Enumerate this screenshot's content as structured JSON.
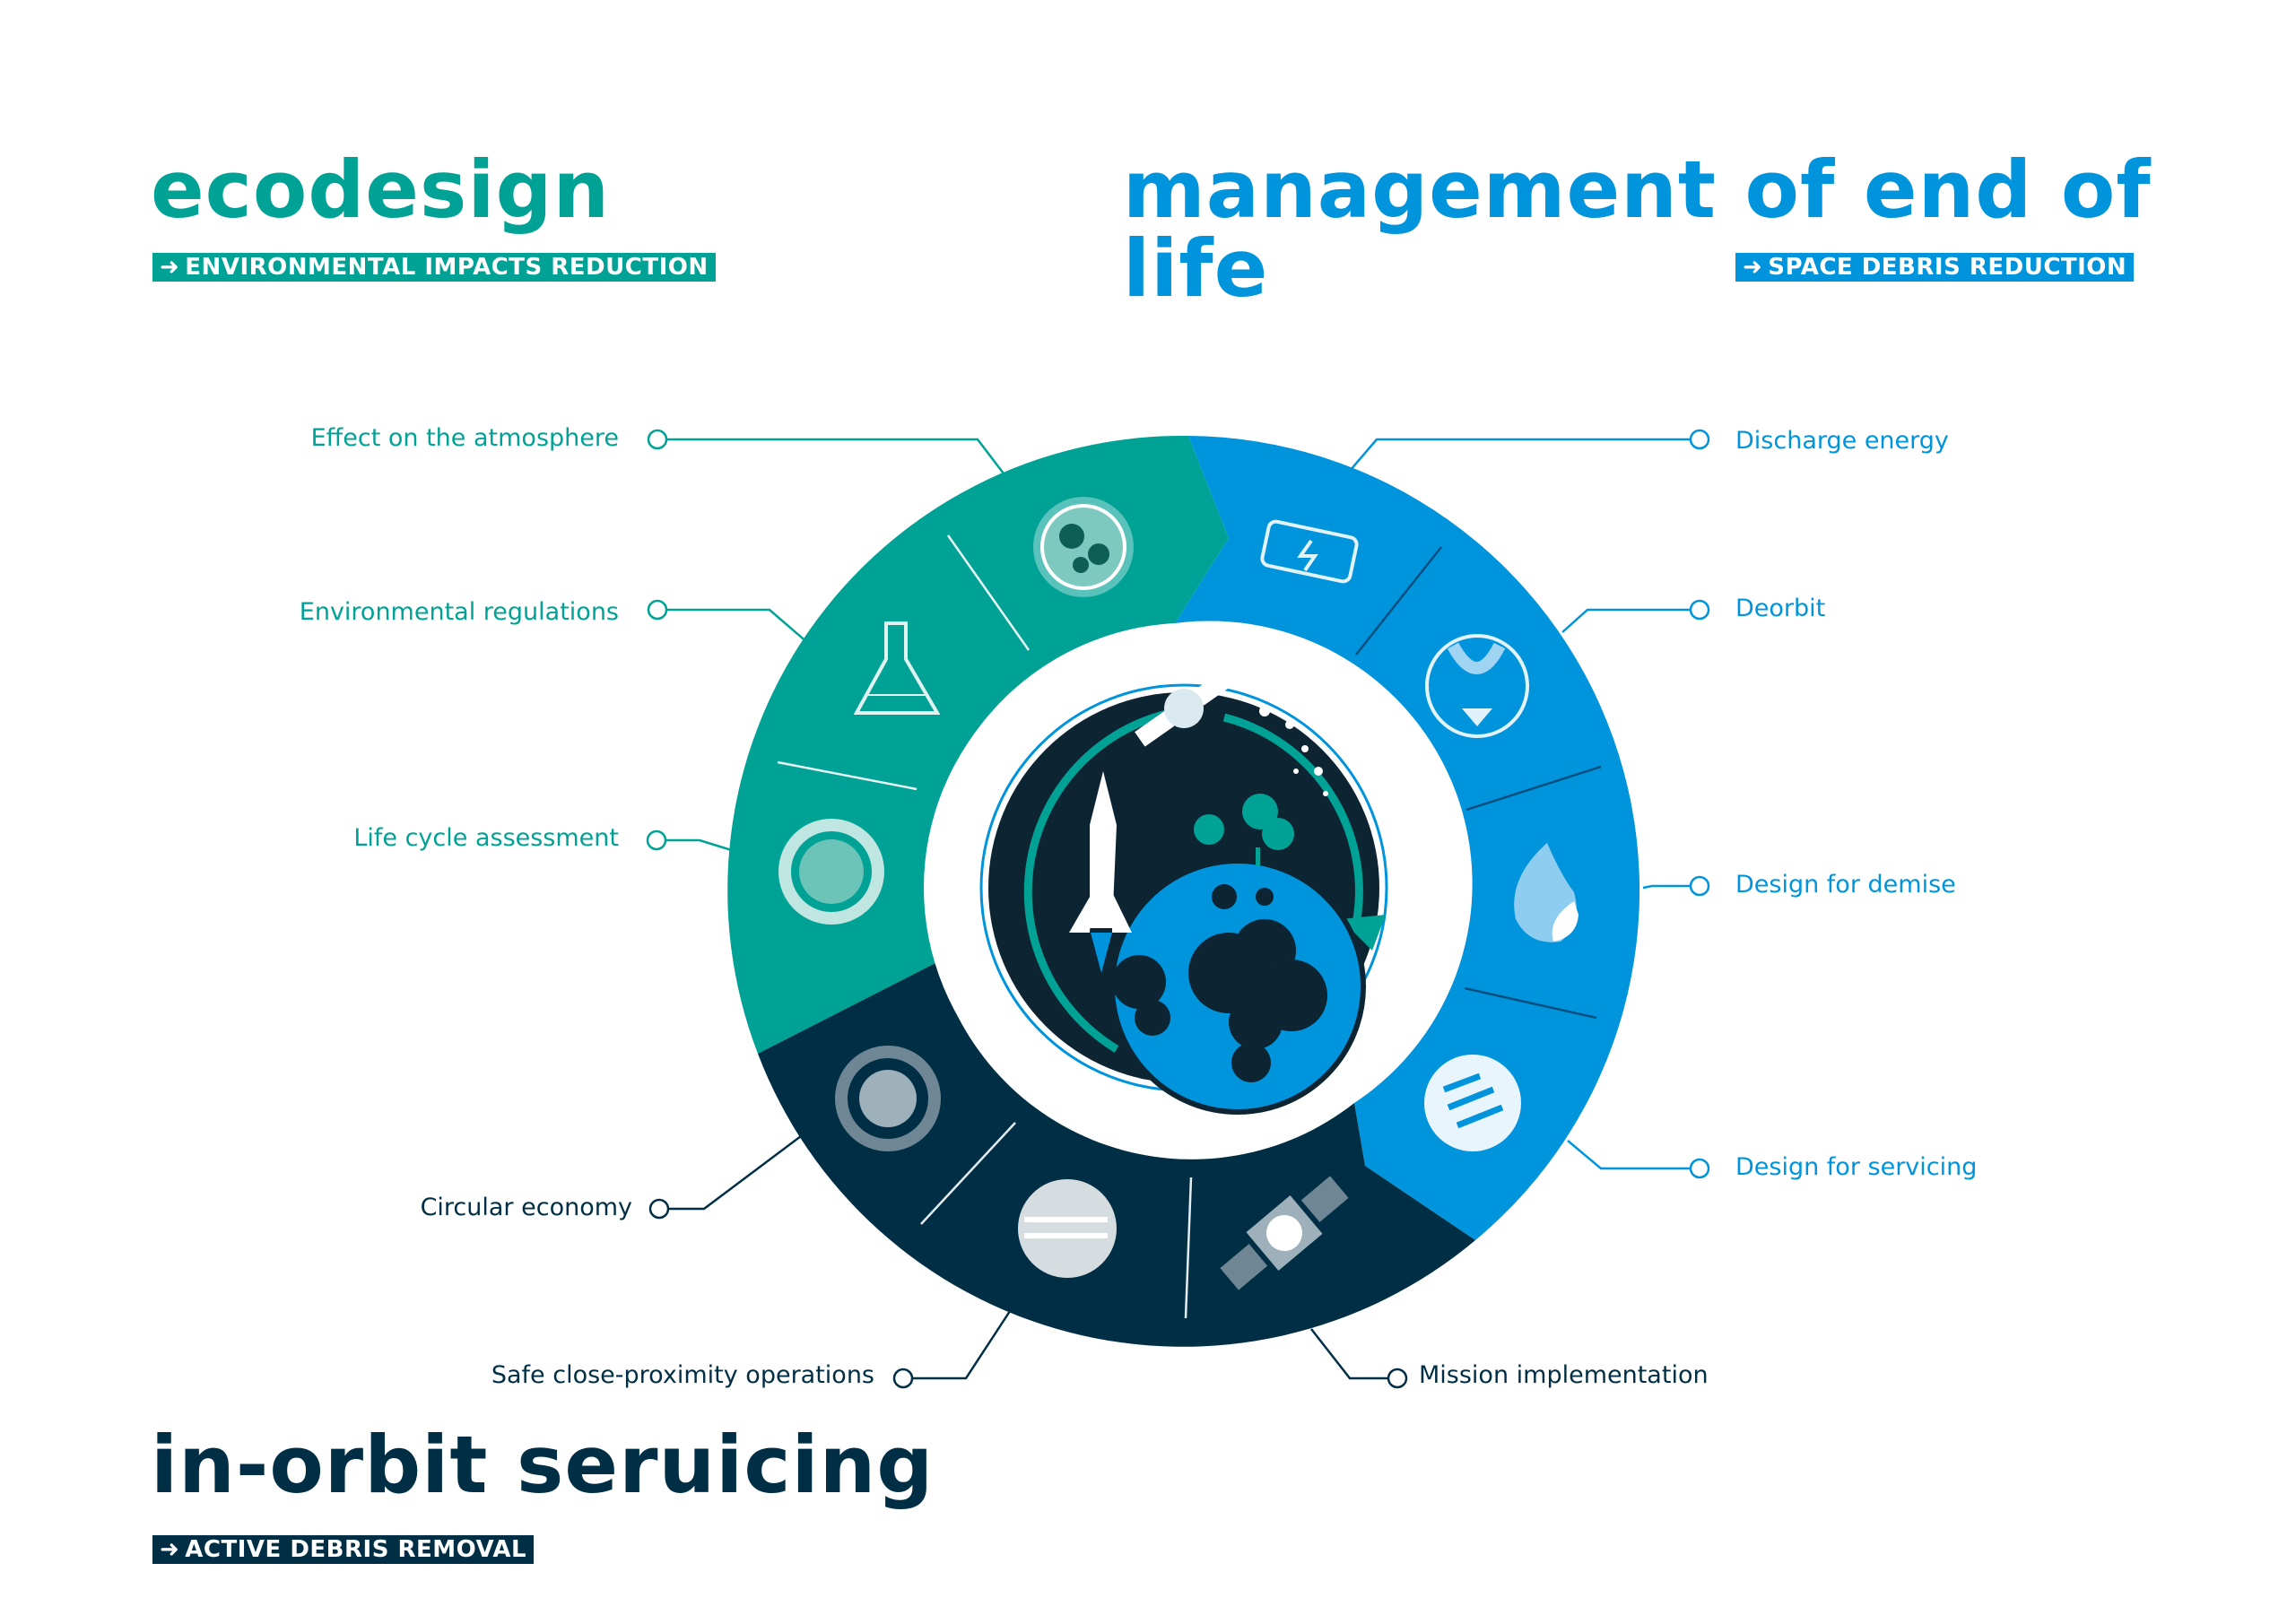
{
  "colors": {
    "eco": "#00a295",
    "eol": "#0094dc",
    "ios": "#002f45",
    "eco_text": "#00a295",
    "eol_text": "#0094dc",
    "ios_text": "#002f45"
  },
  "sections": {
    "ecodesign": {
      "title": "ecodesign",
      "tag": "ENVIRONMENTAL IMPACTS REDUCTION",
      "tag_arrow": "➜"
    },
    "end_of_life": {
      "title": "management of end of life",
      "tag": "SPACE DEBRIS REDUCTION",
      "tag_arrow": "➜"
    },
    "in_orbit": {
      "title": "in-orbit seruicing",
      "tag": "ACTIVE DEBRIS REMOVAL",
      "tag_arrow": "➜"
    }
  },
  "labels": {
    "effect_atmosphere": "Effect on the atmosphere",
    "env_regulations": "Environmental regulations",
    "life_cycle": "Life cycle assessment",
    "discharge_energy": "Discharge energy",
    "deorbit": "Deorbit",
    "design_demise": "Design for demise",
    "design_servicing": "Design for servicing",
    "circular_economy": "Circular economy",
    "safe_proximity": "Safe close-proximity operations",
    "mission_impl": "Mission implementation"
  },
  "icons": {
    "atmosphere": "globe-icon",
    "regulations": "flask-icon",
    "lca": "cycle-icon",
    "discharge": "battery-icon",
    "deorbit": "deorbit-arrow-icon",
    "demise": "flame-icon",
    "servicing": "grapple-icon",
    "circular": "recycle-globe-icon",
    "proximity": "handshake-icon",
    "mission": "satellite-icon",
    "center": "earth-rocket-satellite-icon"
  }
}
